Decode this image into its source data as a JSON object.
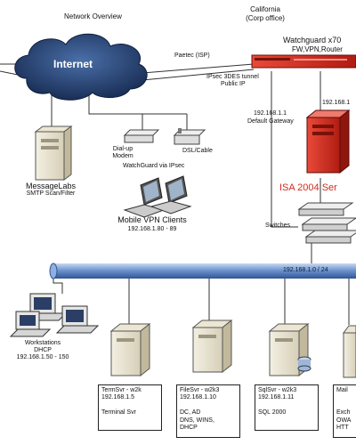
{
  "titles": {
    "network_overview": "Network Overview",
    "site_line1": "California",
    "site_line2": "(Corp office)"
  },
  "internet": {
    "label": "Internet"
  },
  "firewall": {
    "line1": "Watchguard x70",
    "line2": "FW,VPN,Router"
  },
  "links": {
    "isp": "Paetec (ISP)",
    "ipsec_line1": "IPsec 3DES tunnel",
    "ipsec_line2": "Public IP",
    "gateway_line1": "192.168.1.1",
    "gateway_line2": "Default Gateway",
    "fw_inside_ip": "192.168.1"
  },
  "messagelabs": {
    "name": "MessageLabs",
    "desc": "SMTP Scan/Filter"
  },
  "remote": {
    "dialup_line1": "Dial-up",
    "dialup_line2": "Modem",
    "dsl": "DSL/Cable",
    "via": "WatchGuard via IPsec",
    "clients": "Mobile VPN Clients",
    "clients_range": "192.168.1.80 - 89"
  },
  "isa": {
    "label": "ISA 2004 Ser"
  },
  "switches": {
    "label": "Switches"
  },
  "backbone": {
    "label": "192.168.1.0 / 24"
  },
  "workstations": {
    "line1": "Workstations",
    "line2": "DHCP",
    "line3": "192.168.1.50 - 150"
  },
  "servers": [
    {
      "lines": [
        "TermSvr - w2k",
        "192.168.1.5",
        "",
        "Terminal Svr"
      ]
    },
    {
      "lines": [
        "FileSvr - w2k3",
        "192.168.1.10",
        "",
        "DC, AD",
        "DNS, WINS,",
        "DHCP"
      ]
    },
    {
      "lines": [
        "SqlSvr - w2k3",
        "192.168.1.11",
        "",
        "SQL 2000"
      ]
    },
    {
      "lines": [
        "Mail",
        "",
        "",
        "Exch",
        "OWA",
        "HTT"
      ]
    }
  ],
  "colors": {
    "cloud": "#1f3b6b",
    "firewall": "#d42a1e",
    "isa": "#d42a1e",
    "backbone": "#5f88c8",
    "lines": "#333333"
  }
}
